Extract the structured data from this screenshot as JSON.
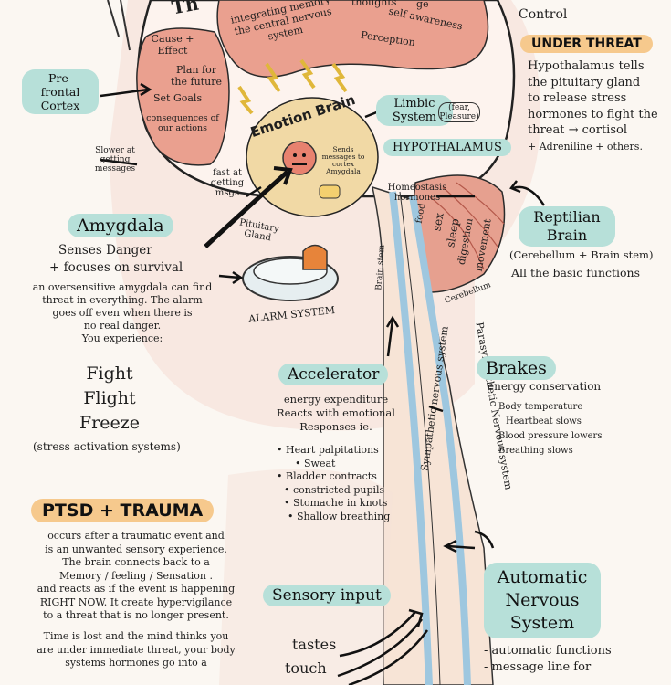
{
  "brain": {
    "thinking_brain_partial": "Th",
    "cortex_text": [
      "integrating memory",
      "the central nervous",
      "system"
    ],
    "thoughts": "thoughts",
    "language_partial": "ge",
    "self_awareness": "self awareness",
    "perception": "Perception",
    "planning_control": "Control",
    "prefrontal_items": [
      "Cause + Effect",
      "Plan for the future",
      "Set Goals",
      "consequences of our actions"
    ]
  },
  "prefrontal": {
    "label": "Pre-frontal Cortex"
  },
  "under_threat": {
    "title": "UNDER THREAT",
    "lines": [
      "Hypothalamus tells",
      "the pituitary gland",
      "to release stress",
      "hormones to fight the",
      "threat → cortisol",
      "+ Adreniline + others."
    ]
  },
  "limbic": {
    "label": "Limbic System",
    "note": "(fear, Pleasure)"
  },
  "emotion_brain": {
    "label": "Emotion Brain",
    "sends_note": "Sends messages to cortex Amygdala"
  },
  "hypothalamus": {
    "label": "HYPOTHALAMUS"
  },
  "homeostasis": {
    "label": "Homeostasis hormones"
  },
  "slower_note": "Slower at getting messages",
  "fast_note": "fast at getting msgs",
  "pituitary": {
    "label": "Pituitary Gland"
  },
  "reptilian": {
    "label": "Reptilian Brain",
    "sub": "(Cerebellum + Brain stem)",
    "desc": "All the basic functions",
    "functions": [
      "food",
      "sex",
      "sleep",
      "digestion",
      "movement"
    ],
    "cerebellum": "Cerebellum",
    "brain_stem": "Brain stem"
  },
  "amygdala": {
    "title": "Amygdala",
    "line1": "Senses Danger",
    "line2": "+ focuses on survival",
    "para": [
      "an oversensitive amygdala can find",
      "threat in everything. The alarm",
      "goes off even when there is",
      "no real danger."
    ],
    "experience": "You experience:",
    "responses": [
      "Fight",
      "Flight",
      "Freeze"
    ],
    "stress": "(stress activation systems)"
  },
  "alarm": {
    "label": "ALARM SYSTEM"
  },
  "accelerator": {
    "title": "Accelerator",
    "lines": [
      "energy expenditure",
      "Reacts with emotional",
      "Responses ie."
    ],
    "items": [
      "Heart palpitations",
      "Sweat",
      "Bladder contracts",
      "constricted pupils",
      "Stomache in knots",
      "Shallow breathing"
    ]
  },
  "brakes": {
    "title": "Brakes",
    "lines": [
      "energy conservation",
      "Body temperature",
      "Heartbeat slows",
      "Blood pressure lowers",
      "Breathing slows"
    ]
  },
  "nervous": {
    "sympathetic": "Sympathetic nervous system",
    "parasympathetic": "Parasympathetic Nervous system"
  },
  "ptsd": {
    "title": "PTSD + TRAUMA",
    "lines": [
      "occurs after a traumatic event and",
      "is an unwanted sensory experience.",
      "The brain connects back to a",
      "Memory / feeling / Sensation .",
      "and reacts as if the event is happening",
      "RIGHT NOW. It create hypervigilance",
      "to a threat that is no longer present."
    ],
    "lines2": [
      "Time is lost and the mind thinks you",
      "are under immediate threat, your body",
      "systems hormones go into a"
    ]
  },
  "sensory": {
    "title": "Sensory input",
    "items": [
      "tastes",
      "touch"
    ]
  },
  "autonomic": {
    "title": [
      "Automatic",
      "Nervous",
      "System"
    ],
    "items": [
      "- automatic functions",
      "- message line for"
    ]
  },
  "colors": {
    "teal": "#b7e0d9",
    "orange": "#f6c98d",
    "cortex_pink": "#eaa08f",
    "limbic_yellow": "#f1d9a5",
    "spine_blue": "#9ec7df",
    "background": "#fbf7f2"
  }
}
